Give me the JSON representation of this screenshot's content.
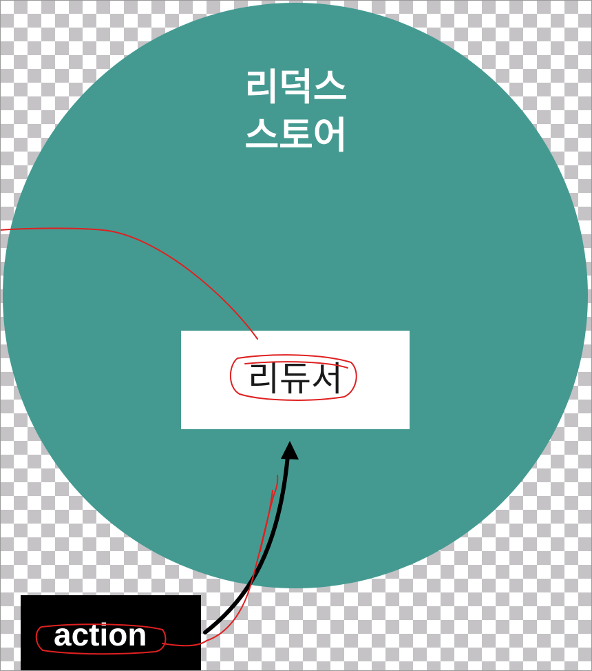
{
  "diagram": {
    "store_title_line1": "리덕스",
    "store_title_line2": "스토어",
    "reducer_label": "리듀서",
    "action_label": "action"
  },
  "colors": {
    "store_fill": "#449a91",
    "reducer_fill": "#ffffff",
    "action_fill": "#000000",
    "arrow": "#000000",
    "annotation_ink": "#e02020"
  }
}
